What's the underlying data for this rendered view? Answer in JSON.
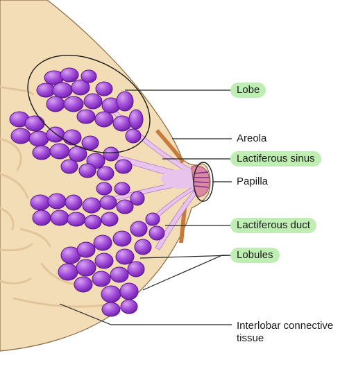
{
  "labels": {
    "lobe": "Lobe",
    "areola": "Areola",
    "lactiferous_sinus": "Lactiferous sinus",
    "papilla": "Papilla",
    "lactiferous_duct": "Lactiferous duct",
    "lobules": "Lobules",
    "interlobar_line1": "Interlobar connective",
    "interlobar_line2": "tissue"
  },
  "colors": {
    "skin": "#f3ddb6",
    "skin_outline": "#8a6a45",
    "tissue_lines": "#e2c59a",
    "lobule_fill": "#9b3fd6",
    "lobule_highlight": "#c98ae8",
    "duct_fill": "#e8c4ec",
    "areola": "#c87a3b",
    "nipple": "#d98aa0",
    "highlight_pill": "#bfeeb3",
    "leader": "#222222"
  }
}
